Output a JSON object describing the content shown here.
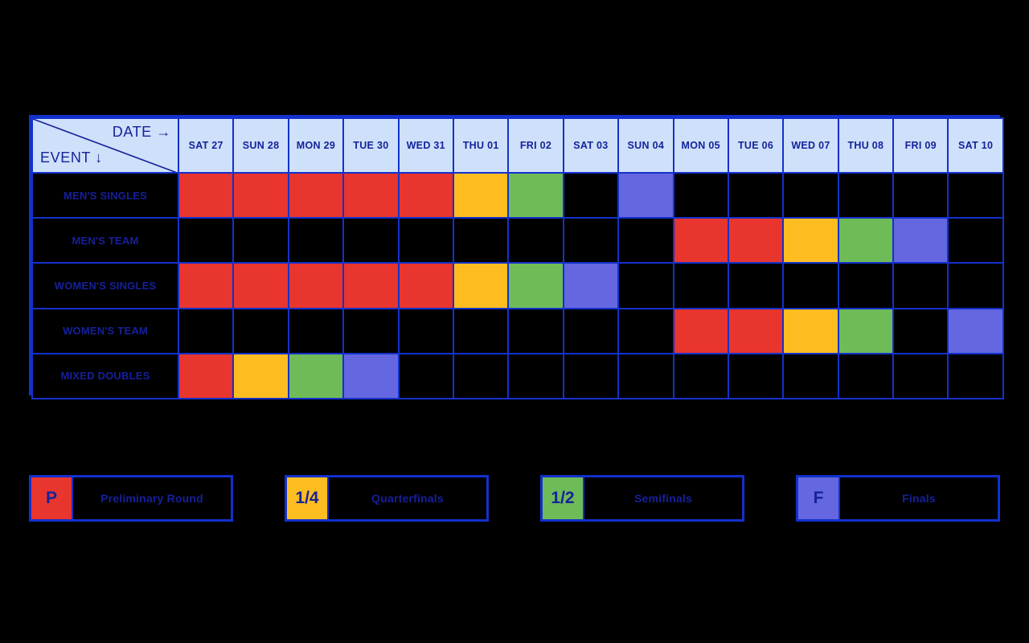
{
  "table": {
    "corner": {
      "date_label": "DATE →",
      "event_label": "EVENT ↓"
    },
    "columns": [
      "SAT 27",
      "SUN 28",
      "MON 29",
      "TUE 30",
      "WED 31",
      "THU 01",
      "FRI 02",
      "SAT 03",
      "SUN 04",
      "MON 05",
      "TUE 06",
      "WED 07",
      "THU 08",
      "FRI 09",
      "SAT 10"
    ],
    "rows": [
      {
        "label": "MEN'S SINGLES",
        "cells": [
          "P",
          "P",
          "P",
          "P",
          "P",
          "Q",
          "S",
          "",
          "F",
          "",
          "",
          "",
          "",
          "",
          ""
        ]
      },
      {
        "label": "MEN'S TEAM",
        "cells": [
          "",
          "",
          "",
          "",
          "",
          "",
          "",
          "",
          "",
          "P",
          "P",
          "Q",
          "S",
          "F",
          ""
        ]
      },
      {
        "label": "WOMEN'S SINGLES",
        "cells": [
          "P",
          "P",
          "P",
          "P",
          "P",
          "Q",
          "S",
          "F",
          "",
          "",
          "",
          "",
          "",
          "",
          ""
        ]
      },
      {
        "label": "WOMEN'S TEAM",
        "cells": [
          "",
          "",
          "",
          "",
          "",
          "",
          "",
          "",
          "",
          "P",
          "P",
          "Q",
          "S",
          "",
          "F"
        ]
      },
      {
        "label": "MIXED DOUBLES",
        "cells": [
          "P",
          "Q",
          "S",
          "F",
          "",
          "",
          "",
          "",
          "",
          "",
          "",
          "",
          "",
          "",
          ""
        ]
      }
    ]
  },
  "legend": {
    "items": [
      {
        "code": "P",
        "key": "P",
        "label": "Preliminary Round"
      },
      {
        "code": "1/4",
        "key": "Q",
        "label": "Quarterfinals"
      },
      {
        "code": "1/2",
        "key": "S",
        "label": "Semifinals"
      },
      {
        "code": "F",
        "key": "F",
        "label": "Finals"
      }
    ]
  },
  "colors": {
    "preliminary": "#E8352E",
    "quarterfinal": "#FDBD21",
    "semifinal": "#6FBB58",
    "final": "#6467DF",
    "grid_line": "#1331CC",
    "header_bg": "#CFE0FA",
    "text_blue": "#16209B",
    "background": "#000000"
  }
}
